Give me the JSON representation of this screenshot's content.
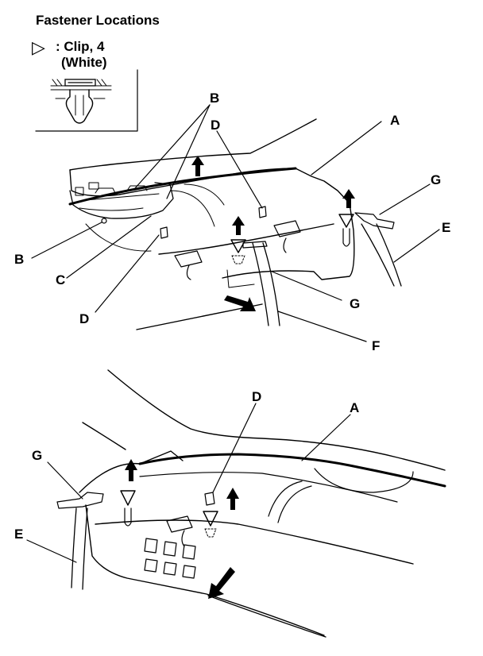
{
  "legend": {
    "title": "Fastener Locations",
    "clip_symbol": "▷",
    "clip_line": ": Clip, 4",
    "clip_color": "(White)"
  },
  "callouts": {
    "A": "A",
    "B": "B",
    "C": "C",
    "D": "D",
    "E": "E",
    "F": "F",
    "G": "G"
  }
}
